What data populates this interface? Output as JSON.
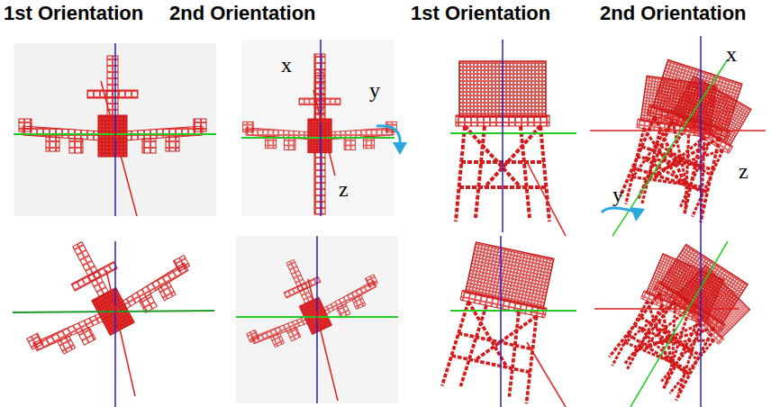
{
  "diagram": {
    "labels": [
      "1st Orientation",
      "2nd Orientation",
      "1st Orientation",
      "2nd Orientation",
      "x",
      "y",
      "z",
      "x",
      "z",
      "y"
    ]
  }
}
